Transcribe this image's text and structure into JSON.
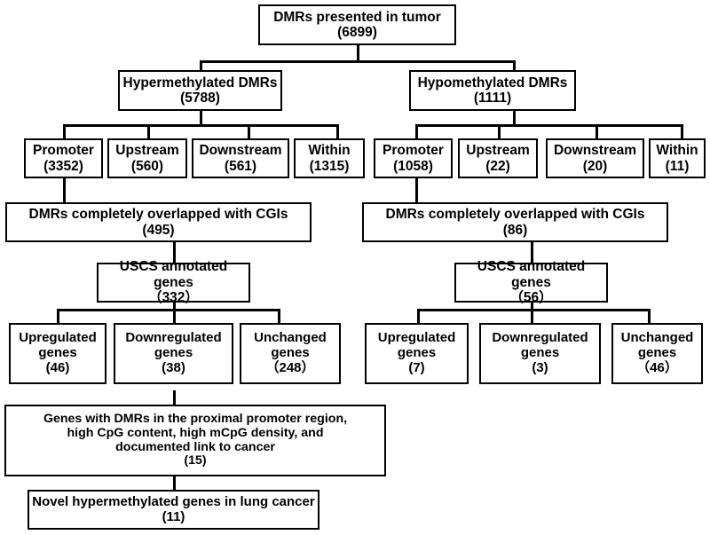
{
  "diagram": {
    "title": "DMR analysis flowchart",
    "line_color": "#000000",
    "background": "#ffffff",
    "nodes": {
      "root": {
        "label": "DMRs presented in tumor",
        "count": "(6899)"
      },
      "hyper": {
        "label": "Hypermethylated DMRs",
        "count": "(5788)"
      },
      "hypo": {
        "label": "Hypomethylated DMRs",
        "count": "(1111)"
      },
      "hyper_promoter": {
        "label": "Promoter",
        "count": "(3352)"
      },
      "hyper_upstream": {
        "label": "Upstream",
        "count": "(560)"
      },
      "hyper_downstream": {
        "label": "Downstream",
        "count": "(561)"
      },
      "hyper_within": {
        "label": "Within",
        "count": "(1315)"
      },
      "hypo_promoter": {
        "label": "Promoter",
        "count": "(1058)"
      },
      "hypo_upstream": {
        "label": "Upstream",
        "count": "(22)"
      },
      "hypo_downstream": {
        "label": "Downstream",
        "count": "(20)"
      },
      "hypo_within": {
        "label": "Within",
        "count": "(11)"
      },
      "hyper_cgi": {
        "label": "DMRs completely overlapped with CGIs",
        "count": "(495)"
      },
      "hypo_cgi": {
        "label": "DMRs completely overlapped with CGIs",
        "count": "(86)"
      },
      "hyper_uscs": {
        "label": "USCS annotated genes",
        "count": "（332）"
      },
      "hypo_uscs": {
        "label": "USCS annotated genes",
        "count": "（56）"
      },
      "hyper_up_genes": {
        "label": "Upregulated\ngenes",
        "count": "(46)"
      },
      "hyper_down_genes": {
        "label": "Downregulated\ngenes",
        "count": "(38)"
      },
      "hyper_unchanged_genes": {
        "label": "Unchanged\ngenes",
        "count": "（248）"
      },
      "hypo_up_genes": {
        "label": "Upregulated\ngenes",
        "count": "(7)"
      },
      "hypo_down_genes": {
        "label": "Downregulated\ngenes",
        "count": "(3)"
      },
      "hypo_unchanged_genes": {
        "label": "Unchanged\ngenes",
        "count": "（46）"
      },
      "candidate": {
        "label": "Genes with DMRs in the proximal promoter region,\nhigh CpG content, high mCpG density, and\ndocumented link to cancer",
        "count": "(15)"
      },
      "novel": {
        "label": "Novel hypermethylated genes in lung cancer",
        "count": "(11)"
      }
    }
  }
}
